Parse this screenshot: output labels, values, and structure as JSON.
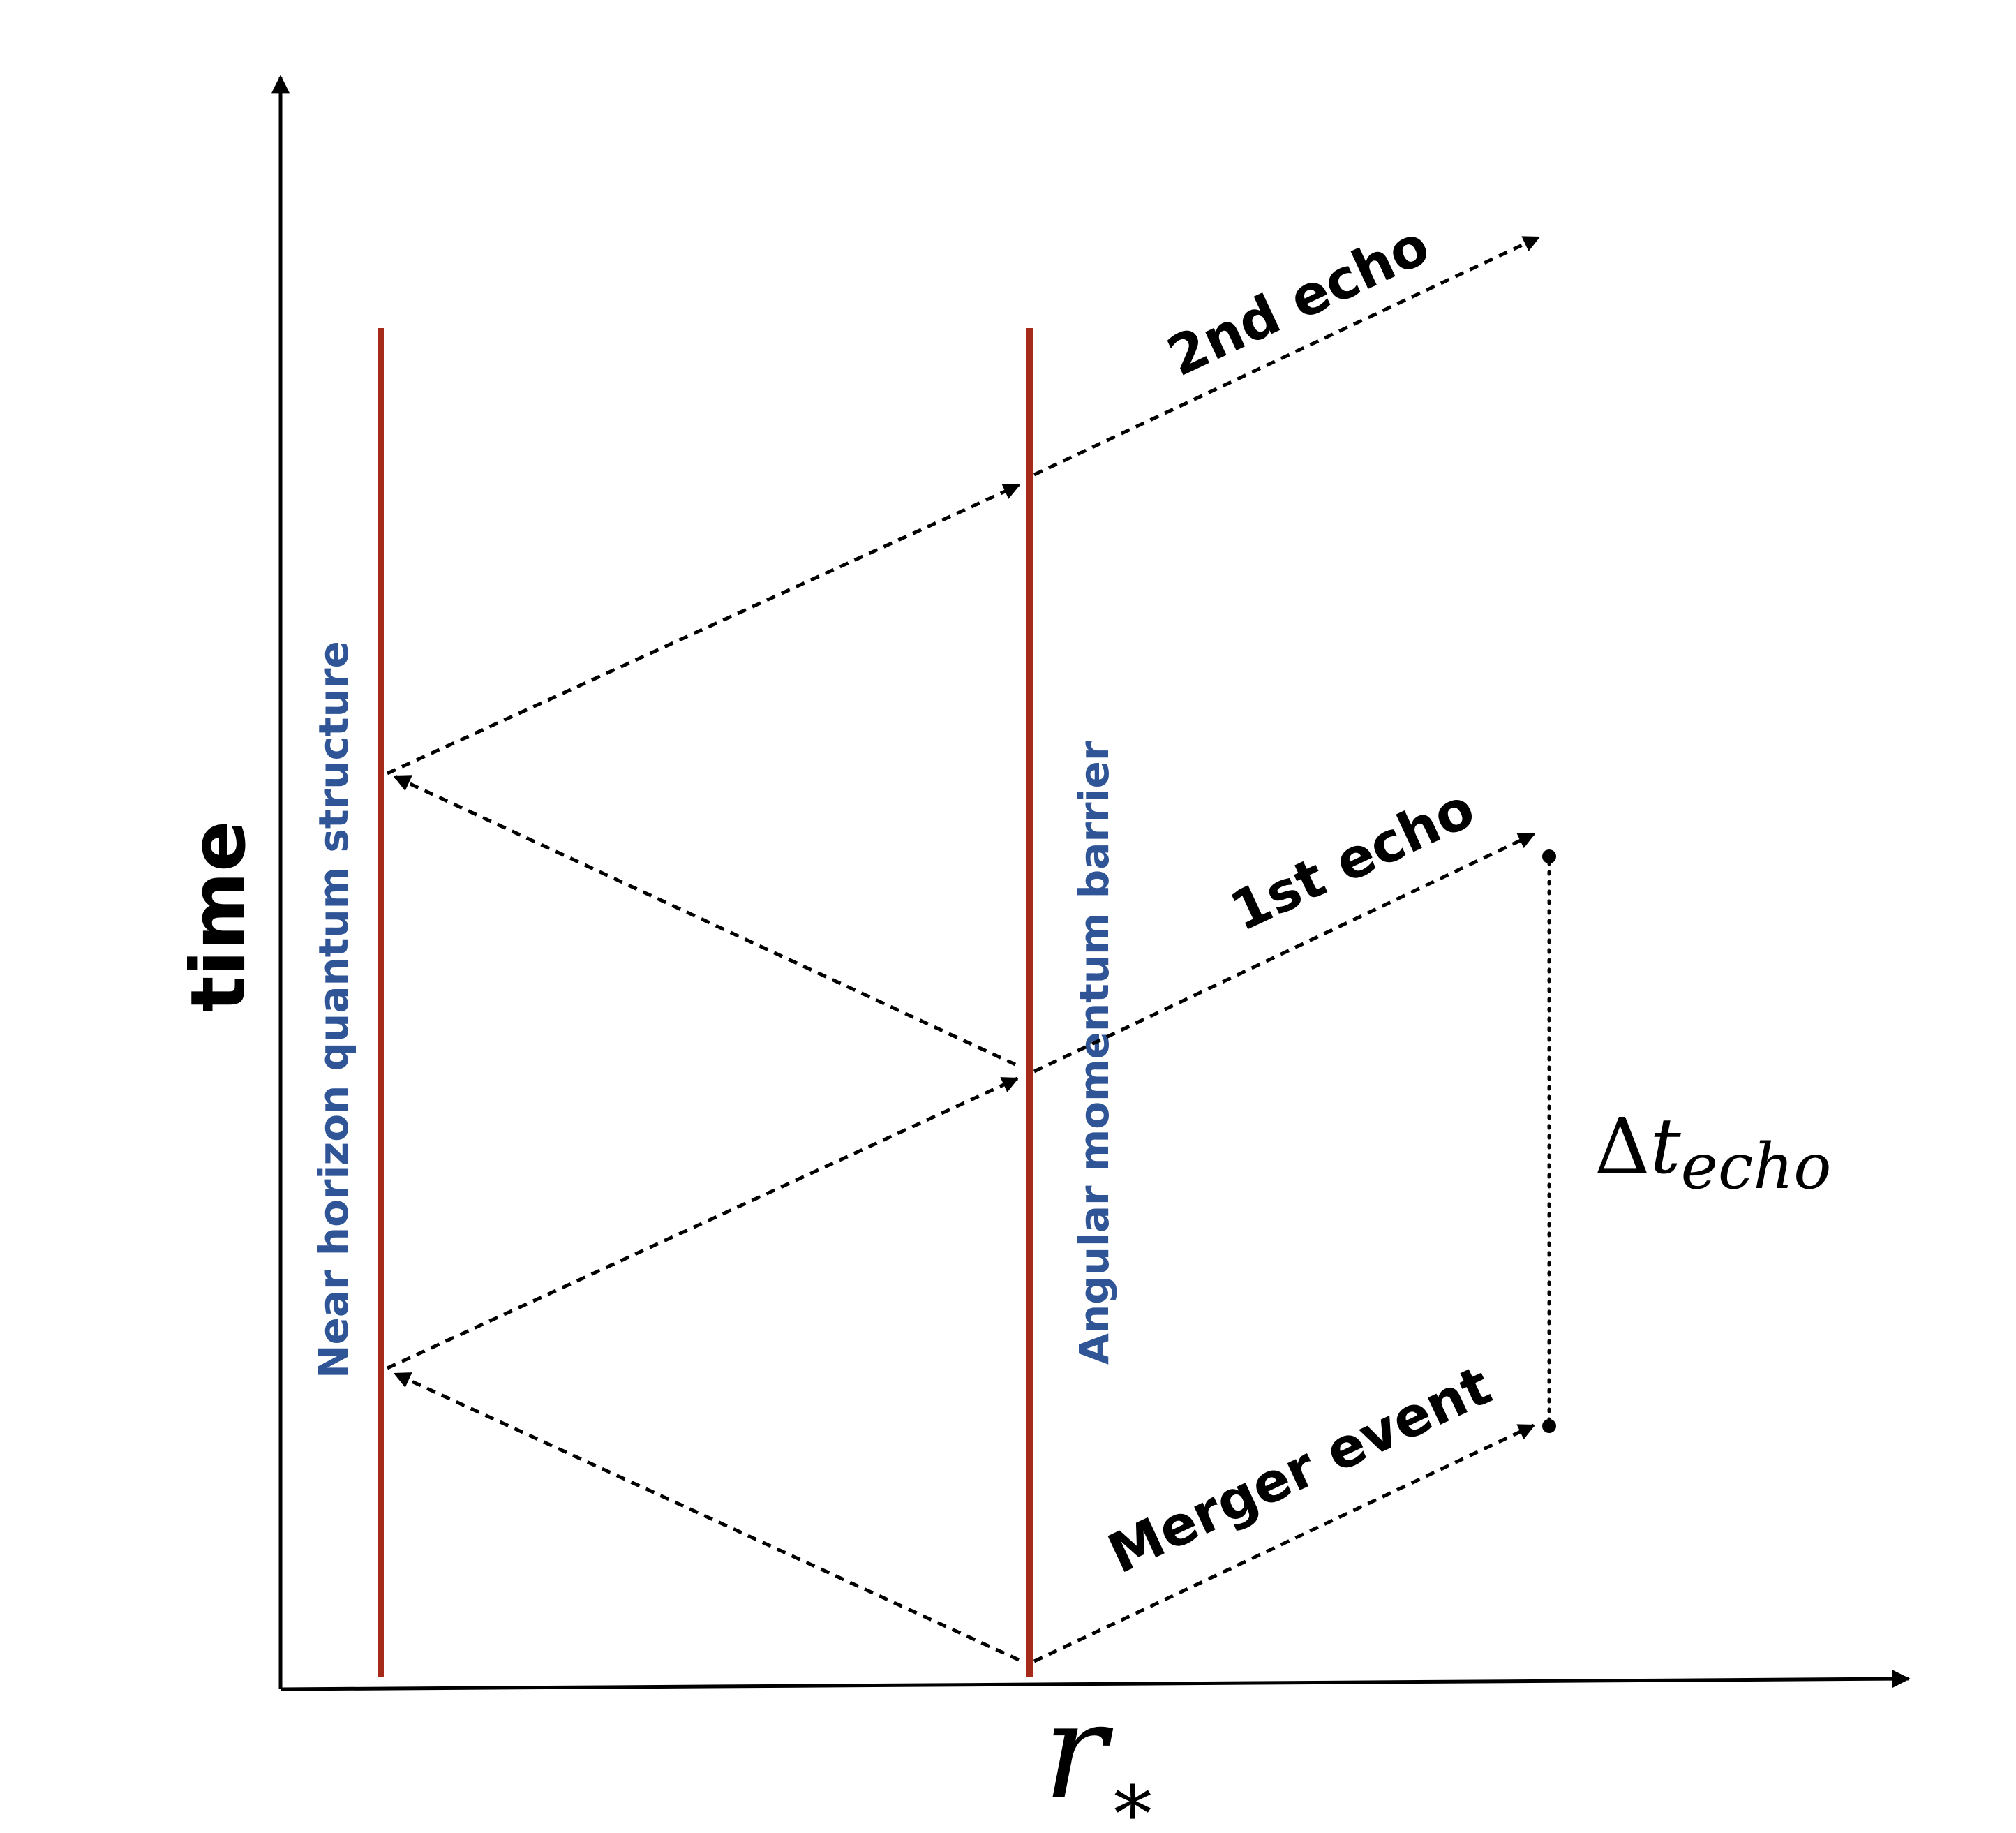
{
  "axes": {
    "y_label": "time",
    "x_label_base": "r",
    "x_label_subscript": "∗"
  },
  "barriers": {
    "left_label": "Near horizon quantum structure",
    "right_label": "Angular momentum barrier"
  },
  "rays": {
    "merger_label": "Merger event",
    "first_echo_label": "1st echo",
    "second_echo_label": "2nd echo"
  },
  "interval": {
    "symbol": "Δ",
    "variable": "t",
    "subscript": "echo"
  },
  "colors": {
    "barrier_line": "#a52a1a",
    "barrier_text": "#2f5597",
    "rays": "#000000"
  }
}
